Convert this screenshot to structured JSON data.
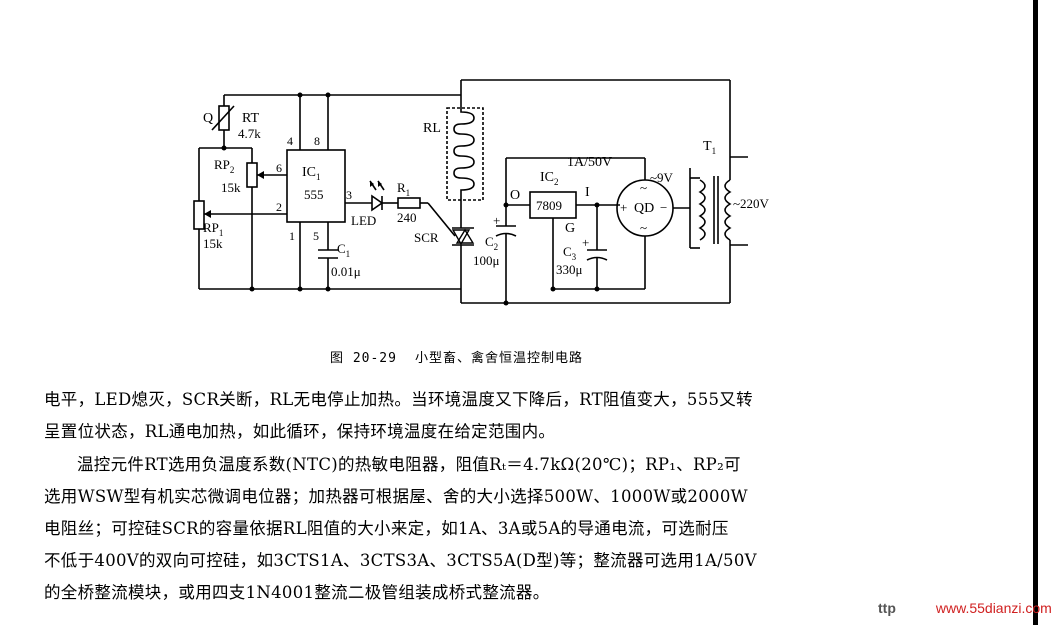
{
  "figure": {
    "labels": {
      "rt": "RT",
      "rt_value": "4.7k",
      "q": "Q",
      "rp2": "RP",
      "rp2_sub": "2",
      "rp2_value": "15k",
      "rp1": "RP",
      "rp1_sub": "1",
      "rp1_value": "15k",
      "ic1": "IC",
      "ic1_sub": "1",
      "ic1_type": "555",
      "pin4": "4",
      "pin8": "8",
      "pin6": "6",
      "pin2": "2",
      "pin3": "3",
      "pin1": "1",
      "pin5": "5",
      "c1": "C",
      "c1_sub": "1",
      "c1_value": "0.01μ",
      "led": "LED",
      "r1": "R",
      "r1_sub": "1",
      "r1_value": "240",
      "rl": "RL",
      "scr": "SCR",
      "c2": "C",
      "c2_sub": "2",
      "c2_value": "100μ",
      "node_o": "O",
      "ic2": "IC",
      "ic2_sub": "2",
      "ic2_type": "7809",
      "ic2_g": "G",
      "node_i": "I",
      "c3": "C",
      "c3_sub": "3",
      "c3_value": "330μ",
      "qd_rating": "1A/50V",
      "qd": "QD",
      "qd_plus": "+",
      "qd_minus": "−",
      "qd_ac_top": "~",
      "qd_ac_bottom": "~",
      "v9": "~9V",
      "t1": "T",
      "t1_sub": "1",
      "v220": "~220V",
      "plus_c2": "+",
      "plus_c3": "+"
    }
  },
  "caption": {
    "number": "图 20-29",
    "title": "小型畜、禽舍恒温控制电路"
  },
  "body_text": {
    "paragraph1": [
      "电平，LED熄灭，SCR关断，RL无电停止加热。当环境温度又下降后，RT阻值变大，555又转",
      "呈置位状态，RL通电加热，如此循环，保持环境温度在给定范围内。"
    ],
    "paragraph2": [
      "温控元件RT选用负温度系数(NTC)的热敏电阻器，阻值Rₜ＝4.7kΩ(20℃)；RP₁、RP₂可",
      "选用WSW型有机实芯微调电位器；加热器可根据屋、舍的大小选择500W、1000W或2000W",
      "电阻丝；可控硅SCR的容量依据RL阻值的大小来定，如1A、3A或5A的导通电流，可选耐压",
      "不低于400V的双向可控硅，如3CTS1A、3CTS3A、3CTS5A(D型)等；整流器可选用1A/50V",
      "的全桥整流模块，或用四支1N4001整流二极管组装成桥式整流器。"
    ]
  },
  "watermark": {
    "left": "ttp",
    "site": "www.55dianzi.com"
  }
}
